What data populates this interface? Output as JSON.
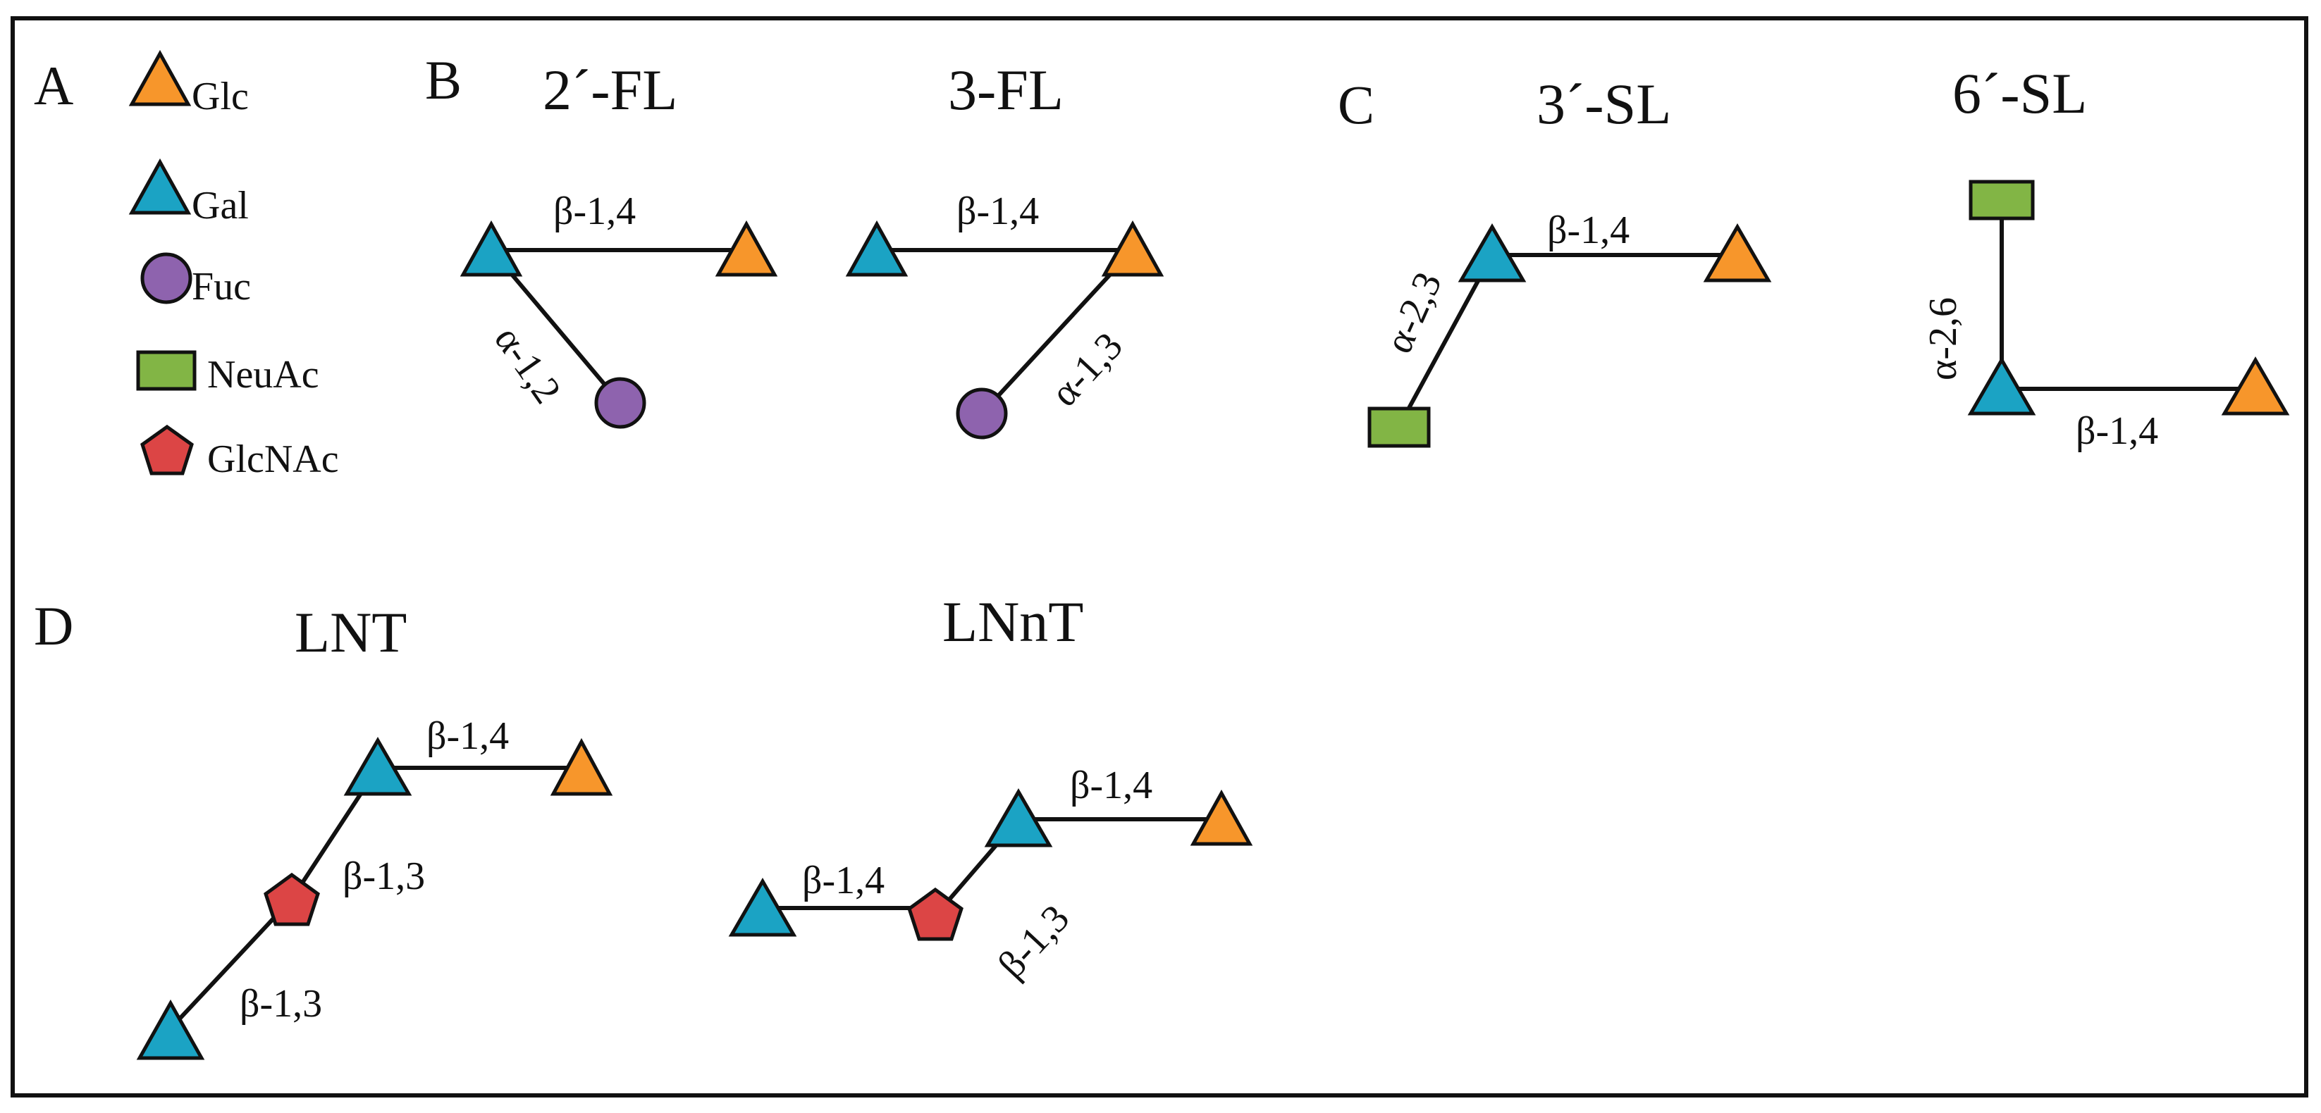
{
  "colors": {
    "glc": "#F7962B",
    "gal": "#1BA3C4",
    "fuc": "#8E63AE",
    "neuac": "#82B545",
    "glcnac": "#DC4545",
    "line": "#111111",
    "frame": "#111111"
  },
  "panels": {
    "a": "A",
    "b": "B",
    "c": "C",
    "d": "D"
  },
  "legend": {
    "glc": {
      "label": "Glc",
      "icon": "orange-triangle"
    },
    "gal": {
      "label": "Gal",
      "icon": "cyan-triangle"
    },
    "fuc": {
      "label": "Fuc",
      "icon": "purple-circle"
    },
    "neuac": {
      "label": "NeuAc",
      "icon": "green-square"
    },
    "glcnac": {
      "label": "GlcNAc",
      "icon": "red-pentagon"
    }
  },
  "structures": {
    "fl2": {
      "title": "2´-FL",
      "links": {
        "gal_glc": "β-1,4",
        "fuc_gal": "α-1,2"
      }
    },
    "fl3": {
      "title": "3-FL",
      "links": {
        "gal_glc": "β-1,4",
        "fuc_glc": "α-1,3"
      }
    },
    "sl3": {
      "title": "3´-SL",
      "links": {
        "gal_glc": "β-1,4",
        "neuac_gal": "α-2,3"
      }
    },
    "sl6": {
      "title": "6´-SL",
      "links": {
        "gal_glc": "β-1,4",
        "neuac_gal": "α-2,6"
      }
    },
    "lnt": {
      "title": "LNT",
      "links": {
        "gal_glc": "β-1,4",
        "glcnac_gal": "β-1,3",
        "gal_glcnac": "β-1,3"
      }
    },
    "lnnt": {
      "title": "LNnT",
      "links": {
        "gal_glc": "β-1,4",
        "glcnac_gal": "β-1,3",
        "gal_glcnac": "β-1,4"
      }
    }
  }
}
